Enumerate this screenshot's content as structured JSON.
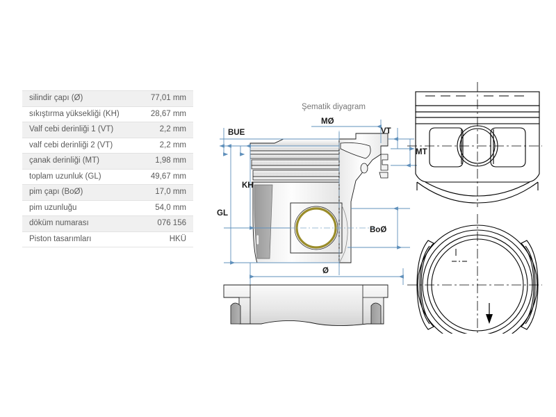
{
  "spec_table": {
    "name": "piston-specification-table",
    "rows": [
      {
        "label": "silindir çapı (Ø)",
        "value": "77,01 mm"
      },
      {
        "label": "sıkıştırma yüksekliği (KH)",
        "value": "28,67 mm"
      },
      {
        "label": "Valf cebi derinliği 1 (VT)",
        "value": "2,2 mm"
      },
      {
        "label": "valf cebi derinliği 2 (VT)",
        "value": "2,2 mm"
      },
      {
        "label": "çanak derinliği (MT)",
        "value": "1,98 mm"
      },
      {
        "label": "toplam uzunluk (GL)",
        "value": "49,67 mm"
      },
      {
        "label": "pim çapı (BoØ)",
        "value": "17,0 mm"
      },
      {
        "label": "pim uzunluğu",
        "value": "54,0 mm"
      },
      {
        "label": "döküm numarası",
        "value": "076 156"
      },
      {
        "label": "Piston tasarımları",
        "value": "HKÜ"
      }
    ]
  },
  "diagram": {
    "title": "Şematik diyagram",
    "dimension_labels": {
      "bue": "BUE",
      "gl": "GL",
      "kh": "KH",
      "mo": "MØ",
      "vt": "VT",
      "mt": "MT",
      "bo": "BoØ",
      "diameter": "Ø"
    }
  },
  "colors": {
    "dimension_line": "#5f90bb",
    "pin_bore_ring": "#9a8c2a",
    "table_shade": "#f0f0f0",
    "table_rule": "#e2e2e2",
    "text": "#5a5a5a",
    "title_text": "#777777",
    "outline": "#1a1a1a"
  }
}
